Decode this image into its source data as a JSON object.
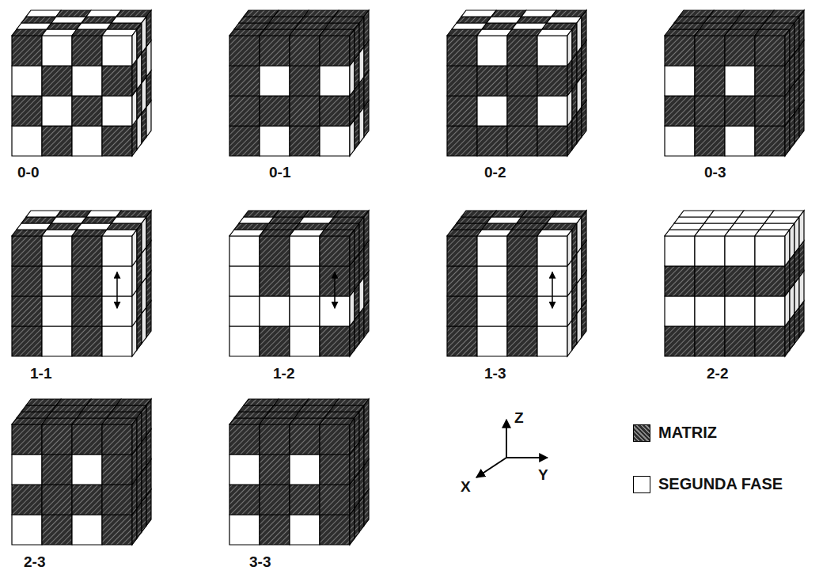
{
  "diagram": {
    "labels": [
      "0-0",
      "0-1",
      "0-2",
      "0-3",
      "1-1",
      "1-2",
      "1-3",
      "2-2",
      "2-3",
      "3-3",
      "Z",
      "X",
      "Y"
    ],
    "legend": [
      {
        "text": "MATRIZ",
        "color": "#2e2e2e"
      },
      {
        "text": "SEGUNDA FASE",
        "color": "#ffffff"
      }
    ]
  }
}
